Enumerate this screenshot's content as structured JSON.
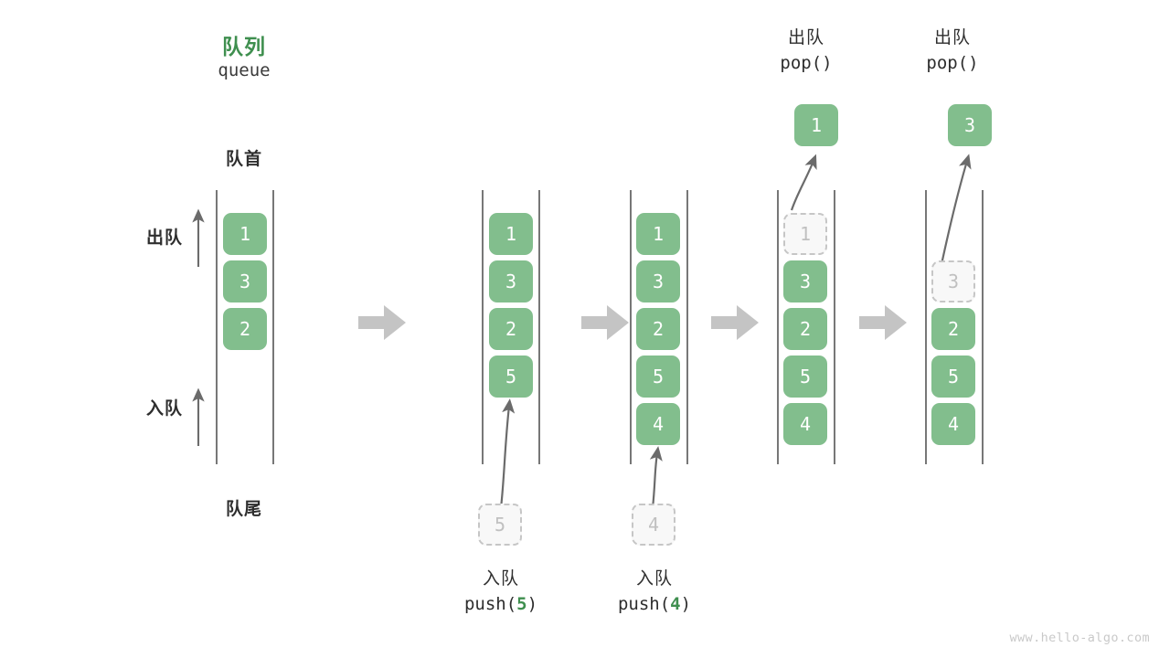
{
  "title": {
    "zh": "队列",
    "en": "queue",
    "accent_color": "#3f8f4f"
  },
  "labels": {
    "front": "队首",
    "rear": "队尾",
    "dequeue": "出队",
    "enqueue": "入队"
  },
  "colors": {
    "cell_fill": "#82be8d",
    "cell_text": "#ffffff",
    "ghost_fill": "#f8f8f8",
    "ghost_border": "#c6c6c6",
    "ghost_text": "#c0c0c0",
    "rail": "#555555",
    "arrow_gray": "#c4c4c4",
    "curve_arrow": "#6b6b6b",
    "text": "#2e2e2e"
  },
  "steps": [
    {
      "id": "step-initial",
      "cells": [
        {
          "value": "1",
          "slot": 0,
          "state": "filled"
        },
        {
          "value": "3",
          "slot": 1,
          "state": "filled"
        },
        {
          "value": "2",
          "slot": 2,
          "state": "filled"
        }
      ],
      "op_zh": "",
      "op_en": "",
      "op_arg": ""
    },
    {
      "id": "step-push-5",
      "cells": [
        {
          "value": "1",
          "slot": 0,
          "state": "filled"
        },
        {
          "value": "3",
          "slot": 1,
          "state": "filled"
        },
        {
          "value": "2",
          "slot": 2,
          "state": "filled"
        },
        {
          "value": "5",
          "slot": 3,
          "state": "filled"
        }
      ],
      "incoming": {
        "value": "5",
        "state": "ghost"
      },
      "op_zh": "入队",
      "op_en_prefix": "push(",
      "op_arg": "5",
      "op_en_suffix": ")"
    },
    {
      "id": "step-push-4",
      "cells": [
        {
          "value": "1",
          "slot": 0,
          "state": "filled"
        },
        {
          "value": "3",
          "slot": 1,
          "state": "filled"
        },
        {
          "value": "2",
          "slot": 2,
          "state": "filled"
        },
        {
          "value": "5",
          "slot": 3,
          "state": "filled"
        },
        {
          "value": "4",
          "slot": 4,
          "state": "filled"
        }
      ],
      "incoming": {
        "value": "4",
        "state": "ghost"
      },
      "op_zh": "入队",
      "op_en_prefix": "push(",
      "op_arg": "4",
      "op_en_suffix": ")"
    },
    {
      "id": "step-pop-1",
      "cells": [
        {
          "value": "1",
          "slot": 0,
          "state": "ghost"
        },
        {
          "value": "3",
          "slot": 1,
          "state": "filled"
        },
        {
          "value": "2",
          "slot": 2,
          "state": "filled"
        },
        {
          "value": "5",
          "slot": 3,
          "state": "filled"
        },
        {
          "value": "4",
          "slot": 4,
          "state": "filled"
        }
      ],
      "popped": {
        "value": "1",
        "state": "filled"
      },
      "op_zh": "出队",
      "op_en_prefix": "pop(",
      "op_arg": "",
      "op_en_suffix": ")"
    },
    {
      "id": "step-pop-3",
      "cells": [
        {
          "value": "3",
          "slot": 1,
          "state": "ghost"
        },
        {
          "value": "2",
          "slot": 2,
          "state": "filled"
        },
        {
          "value": "5",
          "slot": 3,
          "state": "filled"
        },
        {
          "value": "4",
          "slot": 4,
          "state": "filled"
        }
      ],
      "popped": {
        "value": "3",
        "state": "filled"
      },
      "op_zh": "出队",
      "op_en_prefix": "pop(",
      "op_arg": "",
      "op_en_suffix": ")"
    }
  ],
  "watermark": "www.hello-algo.com"
}
